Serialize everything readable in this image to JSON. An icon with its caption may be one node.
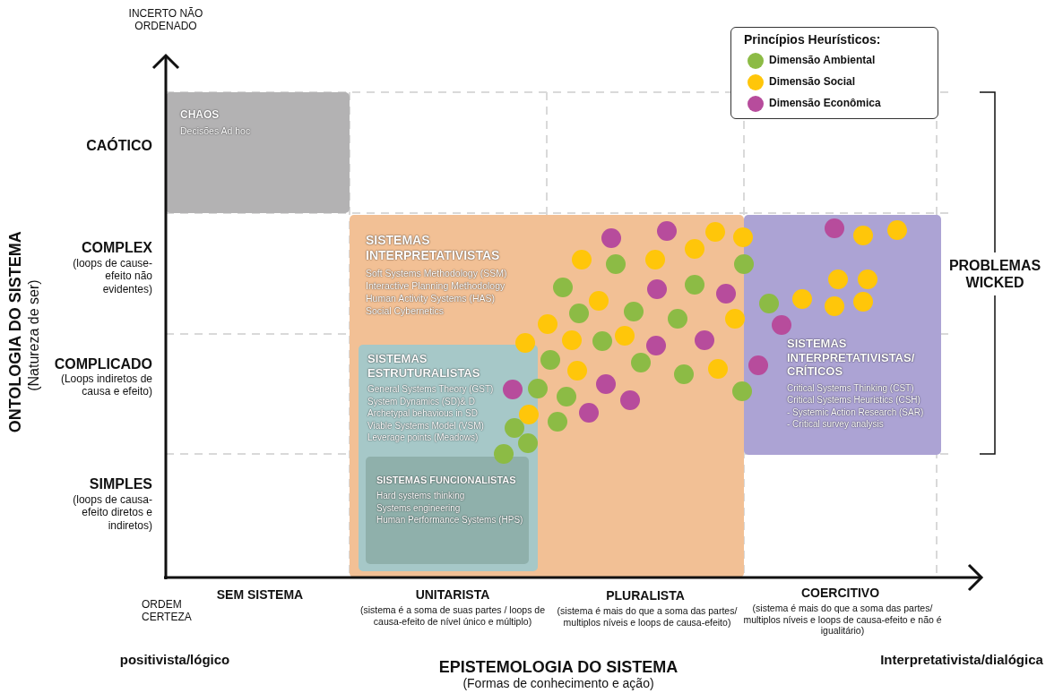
{
  "diagram": {
    "nodes": [
      {
        "text": [
          "CHAOS",
          "Decisões Ad hoc"
        ]
      },
      {
        "text": [
          "SISTEMAS INTERPRETATIVISTAS",
          "Soft Systems Methodology (SSM)",
          "Interactive Planning Methodology",
          "Human Activity Systems (HAS)",
          "Social Cybernetics"
        ]
      },
      {
        "text": [
          "SISTEMAS ESTRUTURALISTAS",
          "General Systems Theory (GST)",
          "System Dynamics (SD)& D",
          "Archetypal behavious in SD",
          "Viable Systems Model (VSM)",
          "Leverage points (Meadows)"
        ],
        "in": 1
      },
      {
        "text": [
          "SISTEMAS FUNCIONALISTAS",
          "Hard systems thinking",
          "Systems engineering",
          "Human Performance Systems (HPS)"
        ],
        "in": 2
      },
      {
        "text": [
          "SISTEMAS INTERPRETATIVISTAS/ CRÍTICOS",
          "Critical Systems Thinking (CST)",
          "Critical Systems Heuristics (CSH)",
          "- Systemic Action Research (SAR)",
          "- Critical survey analysis"
        ]
      }
    ],
    "labels": [
      "INCERTO NÃO ORDENADO",
      "Princípios Heurísticos:",
      "CAÓTICO",
      "COMPLEX",
      "(loops de cause-efeito não evidentes)",
      "COMPLICADO",
      "(Loops indiretos de causa e efeito)",
      "SIMPLES",
      "(loops de causa-efeito diretos e indiretos)",
      "ONTOLOGIA DO SISTEMA",
      "(Natureza de ser)",
      "PROBLEMAS WICKED",
      "ORDEM CERTEZA",
      "SEM SISTEMA",
      "UNITARISTA",
      "(sistema é a soma de suas partes / loops de causa-efeito de nível único e múltiplo)",
      "PLURALISTA",
      "(sistema é mais do que a soma das partes/ multiplos níveis e loops de causa-efeito)",
      "COERCITIVO",
      "(sistema é mais do que a soma das partes/ multiplos níveis e loops de causa-efeito e não é igualitário)",
      "positivista/lógico",
      "EPISTEMOLOGIA DO SISTEMA",
      "(Formas de conhecimento e ação)",
      "Interpretativista/dialógica"
    ],
    "legend": [
      {
        "text": "Dimensão Ambiental",
        "color": "#8cbb45"
      },
      {
        "text": "Dimensão Social",
        "color": "#ffc60a"
      },
      {
        "text": "Dimensão Econômica",
        "color": "#b74c9c"
      }
    ]
  }
}
